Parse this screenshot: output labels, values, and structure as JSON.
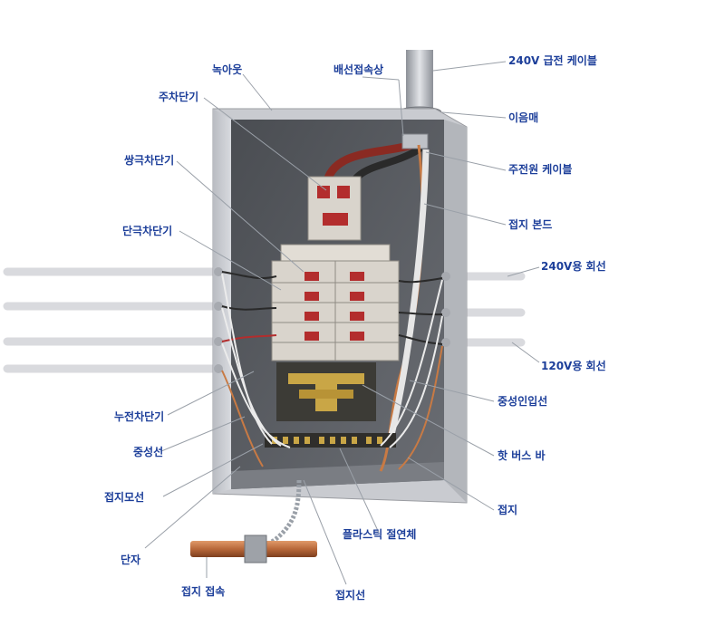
{
  "labels": {
    "knockout": "녹아웃",
    "main_breaker": "주차단기",
    "double_pole": "쌍극차단기",
    "single_pole": "단극차단기",
    "gfci": "누전차단기",
    "neutral_wire": "중성선",
    "ground_bus": "접지모선",
    "terminal": "단자",
    "ground_clamp": "접지 접속",
    "ground_wire": "접지선",
    "plastic_insulator": "플라스틱 절연체",
    "lug": "배선접속상",
    "feed_cable": "240V 급전 케이블",
    "conduit_nut": "이음매",
    "service_cable": "주전원 케이블",
    "ground_bond": "접지 본드",
    "circuit_240": "240V용 회선",
    "circuit_120": "120V용 회선",
    "neutral_service": "중성인입선",
    "hot_bus": "핫 버스 바",
    "ground": "접지"
  },
  "colors": {
    "label_text": "#1d3f9a",
    "leader_line": "#9aa0a8",
    "box_outer": "#c9cbd0",
    "box_inner": "#5a5d63",
    "bus_bar": "#c9a646",
    "copper": "#b8683a",
    "breaker_body": "#d9d4cc",
    "breaker_red": "#b32d2d"
  }
}
